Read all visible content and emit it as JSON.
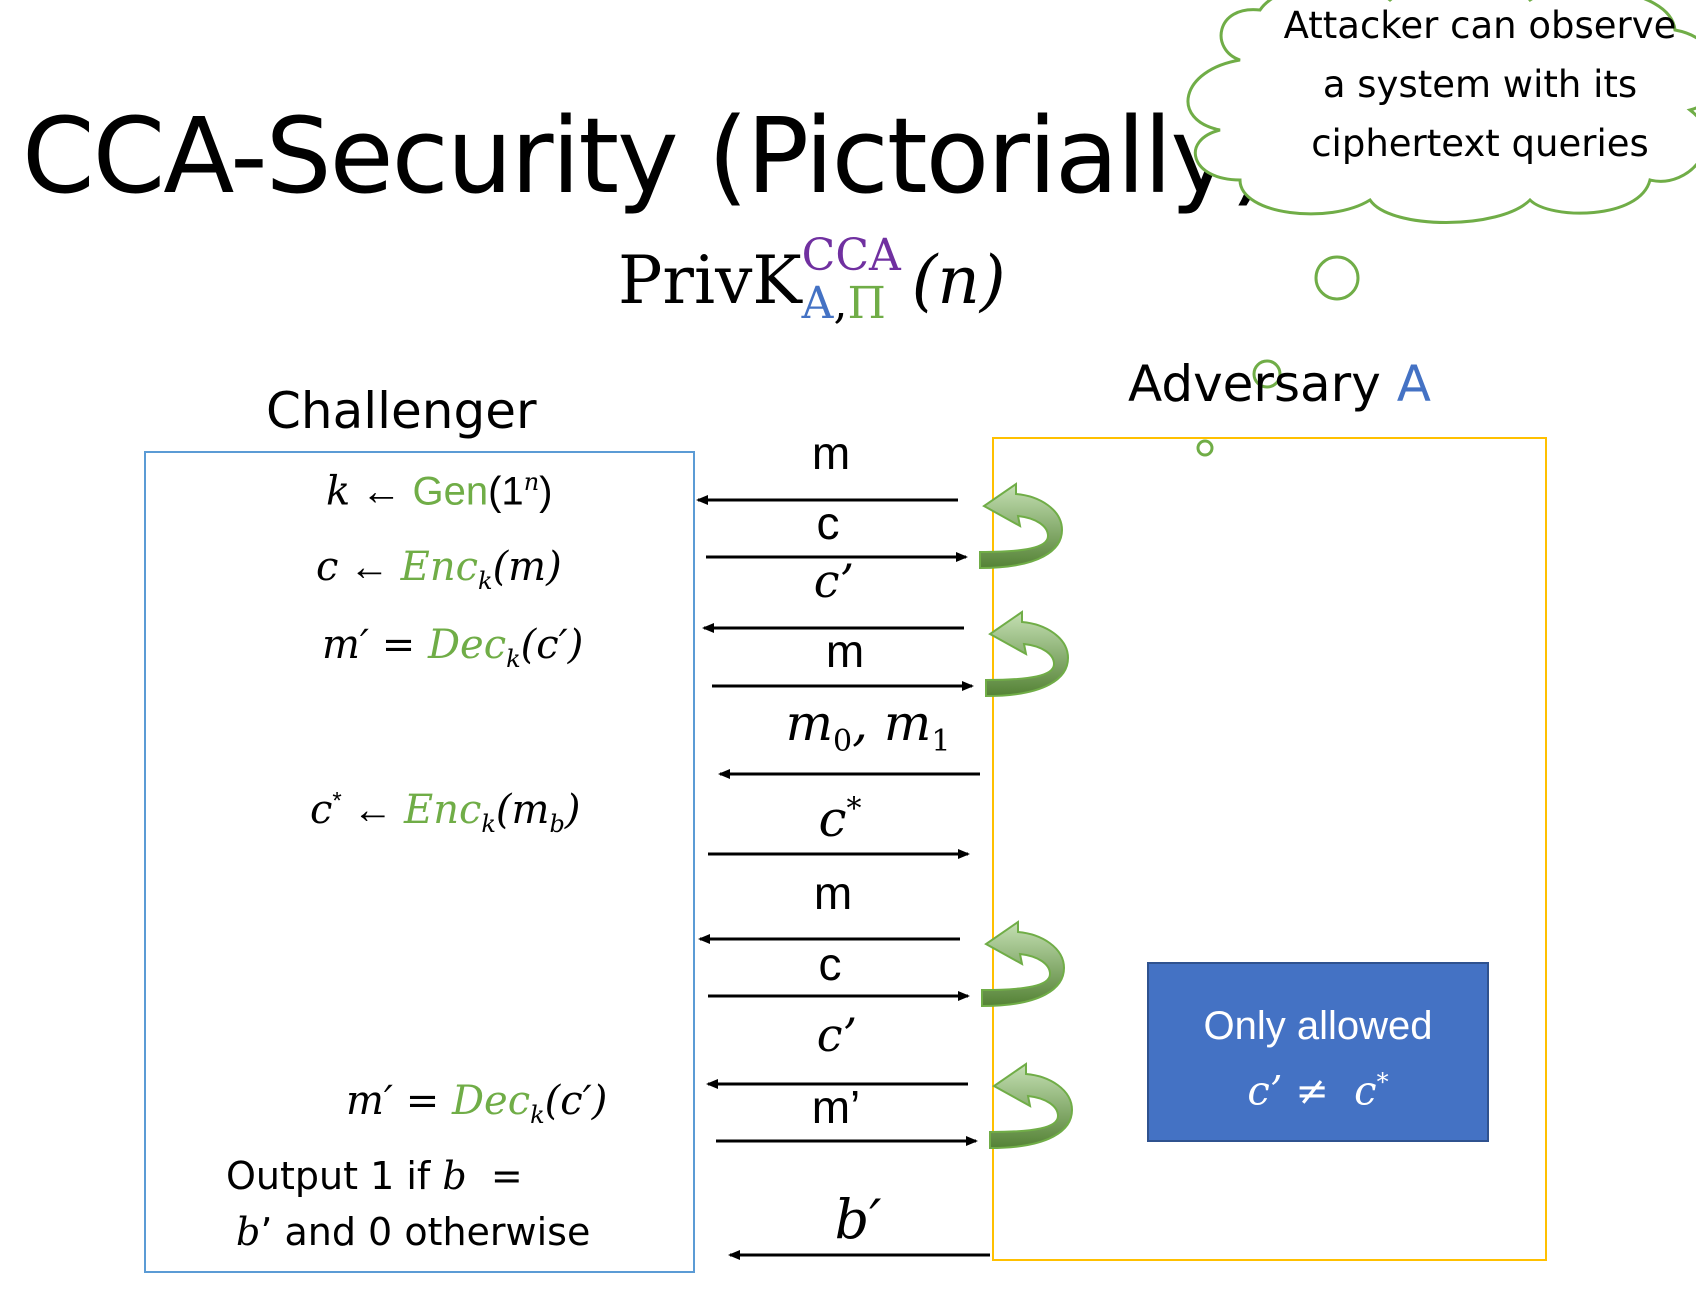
{
  "title": "CCA-Security (Pictorially)",
  "experiment": {
    "base": "PrivK",
    "sup": "CCA",
    "sub_a": "A",
    "sub_comma": ",",
    "sub_pi": "Π",
    "arg": "(n)"
  },
  "cloud": {
    "line1": "Attacker can observe",
    "line2": "a system with its",
    "line3": "ciphertext queries"
  },
  "challenger": {
    "title": "Challenger",
    "step1": {
      "k": "k",
      "arrow": "←",
      "gen": "Gen",
      "arg_open": "(1",
      "arg_sup": "n",
      "arg_close": ")"
    },
    "step2": {
      "c": "c",
      "arrow": "←",
      "enc": "Enc",
      "sub": "k",
      "arg": "(m)"
    },
    "step3": {
      "lhs": "m′ = ",
      "dec": "Dec",
      "sub": "k",
      "arg": "(c′)"
    },
    "step4": {
      "lhs": "c",
      "sup": "*",
      "arrow": "←",
      "enc": "Enc",
      "sub": "k",
      "arg_open": "(m",
      "arg_sub": "b",
      "arg_close": ")"
    },
    "step5": {
      "lhs": "m′ = ",
      "dec": "Dec",
      "sub": "k",
      "arg": "(c′)"
    },
    "output_line1": {
      "pre": "Output 1 if ",
      "b": "b",
      "eq": "  ="
    },
    "output_line2": {
      "b": "b",
      "post": "’ and 0 otherwise"
    }
  },
  "adversary": {
    "title": "Adversary ",
    "letter": "A"
  },
  "messages": {
    "m1": "m",
    "c1": "c",
    "cp1": "c’",
    "m2": "m",
    "m01": {
      "m": "m",
      "s0": "0",
      "sep": ", m",
      "s1": "1"
    },
    "cstar": {
      "c": "c",
      "star": "*"
    },
    "m3": "m",
    "c2": "c",
    "cp2": "c’",
    "mp": "m’",
    "bp": "b′"
  },
  "constraint": {
    "line1": "Only allowed",
    "line2": "c’ ≠  c",
    "star": "*"
  },
  "colors": {
    "challenger_border": "#5B9BD5",
    "adversary_border": "#FFC000",
    "cloud": "#70AD47",
    "green": "#70AD47",
    "blue_box": "#4472C4",
    "purple": "#7030A0"
  }
}
